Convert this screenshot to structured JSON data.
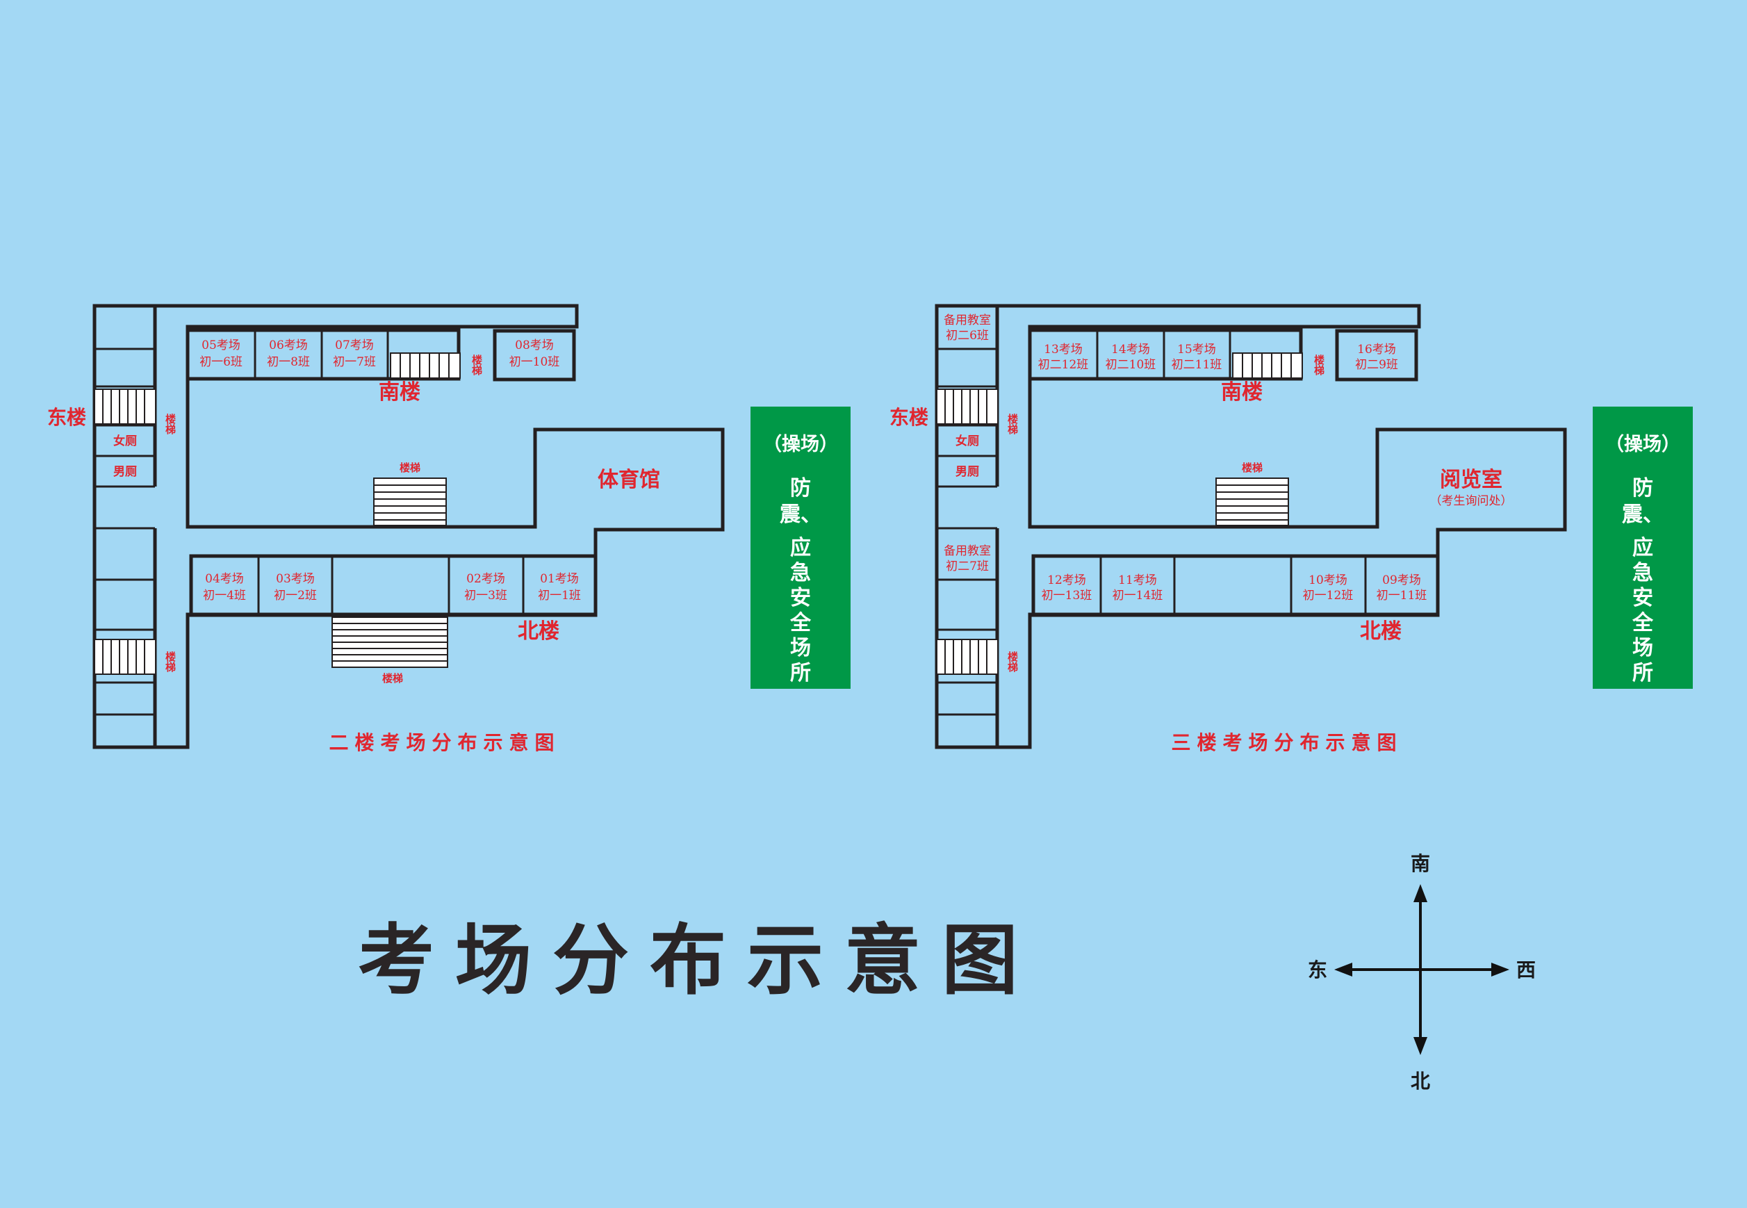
{
  "main_title": "考场分布示意图",
  "floor2": {
    "caption": "二楼考场分布示意图",
    "east_building": "东楼",
    "south_building": "南楼",
    "north_building": "北楼",
    "stairs": "楼梯",
    "female_toilet": "女厕",
    "male_toilet": "男厕",
    "gym": "体育馆",
    "south_rooms": [
      {
        "name": "05考场",
        "cls": "初一6班"
      },
      {
        "name": "06考场",
        "cls": "初一8班"
      },
      {
        "name": "07考场",
        "cls": "初一7班"
      },
      {
        "name": "08考场",
        "cls": "初一10班"
      }
    ],
    "north_rooms": [
      {
        "name": "04考场",
        "cls": "初一4班"
      },
      {
        "name": "03考场",
        "cls": "初一2班"
      },
      {
        "name": "02考场",
        "cls": "初一3班"
      },
      {
        "name": "01考场",
        "cls": "初一1班"
      }
    ],
    "safe_zone": {
      "top": "（操场）",
      "lines": [
        "防",
        "震、",
        "应",
        "急",
        "安",
        "全",
        "场",
        "所"
      ]
    }
  },
  "floor3": {
    "caption": "三楼考场分布示意图",
    "east_building": "东楼",
    "south_building": "南楼",
    "north_building": "北楼",
    "stairs": "楼梯",
    "female_toilet": "女厕",
    "male_toilet": "男厕",
    "reading_room": "阅览室",
    "reading_room_note": "（考生询问处）",
    "spare_room_1": {
      "name": "备用教室",
      "cls": "初二6班"
    },
    "spare_room_2": {
      "name": "备用教室",
      "cls": "初二7班"
    },
    "south_rooms": [
      {
        "name": "13考场",
        "cls": "初二12班"
      },
      {
        "name": "14考场",
        "cls": "初二10班"
      },
      {
        "name": "15考场",
        "cls": "初二11班"
      },
      {
        "name": "16考场",
        "cls": "初二9班"
      }
    ],
    "north_rooms": [
      {
        "name": "12考场",
        "cls": "初一13班"
      },
      {
        "name": "11考场",
        "cls": "初一14班"
      },
      {
        "name": "10考场",
        "cls": "初一12班"
      },
      {
        "name": "09考场",
        "cls": "初一11班"
      }
    ],
    "safe_zone": {
      "top": "（操场）",
      "lines": [
        "防",
        "震、",
        "应",
        "急",
        "安",
        "全",
        "场",
        "所"
      ]
    }
  },
  "compass": {
    "north": "北",
    "south": "南",
    "east": "东",
    "west": "西"
  }
}
